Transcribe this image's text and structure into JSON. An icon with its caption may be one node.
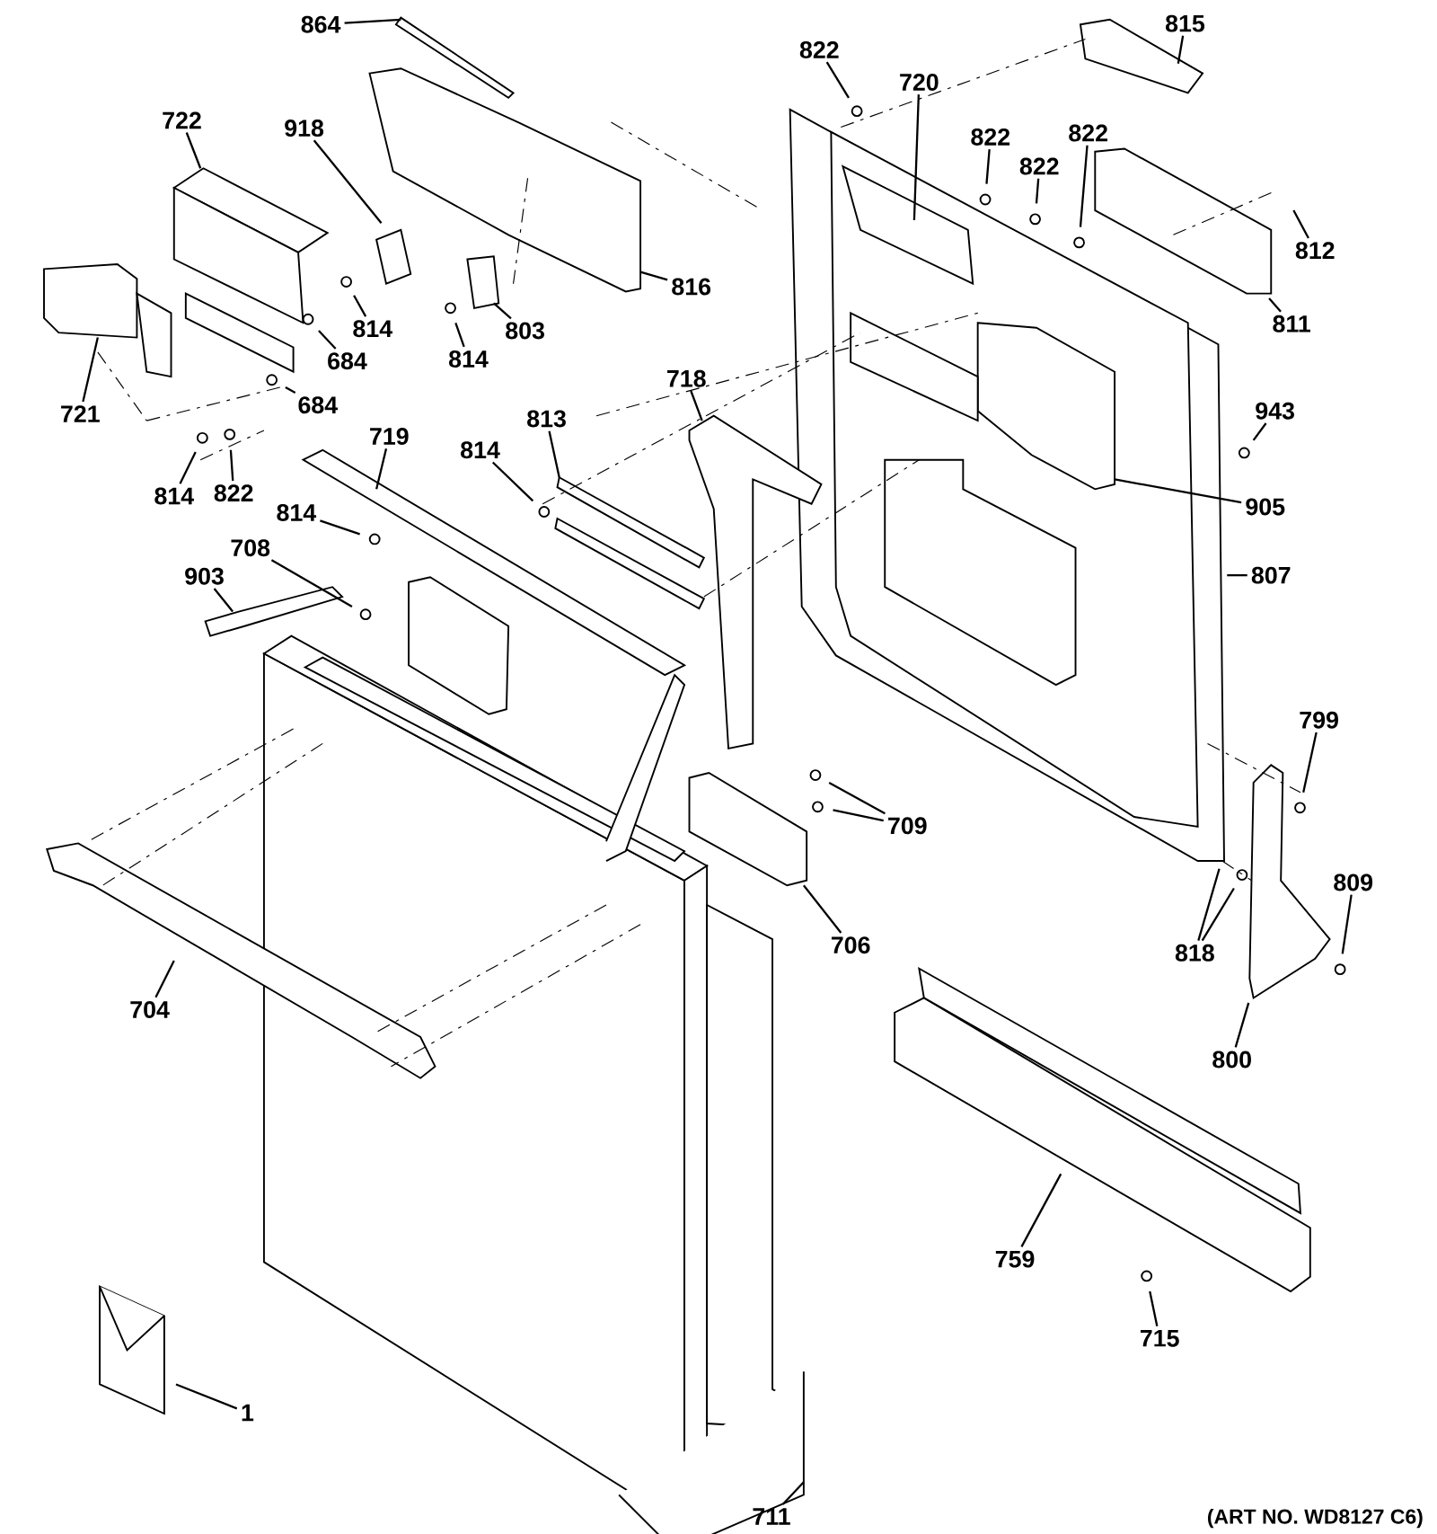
{
  "diagram": {
    "nodes": [
      {
        "text": [
          "864"
        ]
      },
      {
        "text": [
          "815"
        ]
      },
      {
        "text": [
          "822"
        ]
      },
      {
        "text": [
          "720"
        ]
      },
      {
        "text": [
          "722"
        ]
      },
      {
        "text": [
          "918"
        ]
      },
      {
        "text": [
          "822"
        ]
      },
      {
        "text": [
          "822"
        ]
      },
      {
        "text": [
          "822"
        ]
      },
      {
        "text": [
          "812"
        ]
      },
      {
        "text": [
          "816"
        ]
      },
      {
        "text": [
          "811"
        ]
      },
      {
        "text": [
          "814"
        ]
      },
      {
        "text": [
          "803"
        ]
      },
      {
        "text": [
          "684"
        ]
      },
      {
        "text": [
          "814"
        ]
      },
      {
        "text": [
          "718"
        ]
      },
      {
        "text": [
          "684"
        ]
      },
      {
        "text": [
          "943"
        ]
      },
      {
        "text": [
          "721"
        ]
      },
      {
        "text": [
          "813"
        ]
      },
      {
        "text": [
          "719"
        ]
      },
      {
        "text": [
          "814"
        ]
      },
      {
        "text": [
          "814"
        ]
      },
      {
        "text": [
          "822"
        ]
      },
      {
        "text": [
          "905"
        ]
      },
      {
        "text": [
          "814"
        ]
      },
      {
        "text": [
          "708"
        ]
      },
      {
        "text": [
          "903"
        ]
      },
      {
        "text": [
          "807"
        ]
      },
      {
        "text": [
          "799"
        ]
      },
      {
        "text": [
          "709"
        ]
      },
      {
        "text": [
          "809"
        ]
      },
      {
        "text": [
          "706"
        ]
      },
      {
        "text": [
          "818"
        ]
      },
      {
        "text": [
          "704"
        ]
      },
      {
        "text": [
          "800"
        ]
      },
      {
        "text": [
          "759"
        ]
      },
      {
        "text": [
          "715"
        ]
      },
      {
        "text": [
          "1"
        ]
      },
      {
        "text": [
          "711"
        ]
      }
    ],
    "edges": [
      {
        "from": 0,
        "to": null,
        "arrow": "none"
      },
      {
        "from": 1,
        "to": null,
        "arrow": "none"
      },
      {
        "from": 2,
        "to": null,
        "arrow": "none"
      },
      {
        "from": 3,
        "to": null,
        "arrow": "none"
      },
      {
        "from": 4,
        "to": null,
        "arrow": "none"
      },
      {
        "from": 5,
        "to": null,
        "arrow": "none"
      },
      {
        "from": 6,
        "to": null,
        "arrow": "none"
      },
      {
        "from": 7,
        "to": null,
        "arrow": "none"
      },
      {
        "from": 8,
        "to": null,
        "arrow": "none"
      },
      {
        "from": 9,
        "to": null,
        "arrow": "none"
      },
      {
        "from": 10,
        "to": null,
        "arrow": "none"
      },
      {
        "from": 11,
        "to": null,
        "arrow": "none"
      },
      {
        "from": 12,
        "to": null,
        "arrow": "none"
      },
      {
        "from": 13,
        "to": null,
        "arrow": "none"
      },
      {
        "from": 14,
        "to": null,
        "arrow": "none"
      },
      {
        "from": 15,
        "to": null,
        "arrow": "none"
      },
      {
        "from": 16,
        "to": null,
        "arrow": "none"
      },
      {
        "from": 17,
        "to": null,
        "arrow": "none"
      },
      {
        "from": 18,
        "to": null,
        "arrow": "none"
      },
      {
        "from": 19,
        "to": null,
        "arrow": "none"
      },
      {
        "from": 20,
        "to": null,
        "arrow": "none"
      },
      {
        "from": 21,
        "to": null,
        "arrow": "none"
      },
      {
        "from": 22,
        "to": null,
        "arrow": "none"
      },
      {
        "from": 23,
        "to": null,
        "arrow": "none"
      },
      {
        "from": 24,
        "to": null,
        "arrow": "none"
      },
      {
        "from": 25,
        "to": null,
        "arrow": "none"
      },
      {
        "from": 26,
        "to": null,
        "arrow": "none"
      },
      {
        "from": 27,
        "to": null,
        "arrow": "none"
      },
      {
        "from": 28,
        "to": null,
        "arrow": "none"
      },
      {
        "from": 29,
        "to": null,
        "arrow": "none"
      },
      {
        "from": 30,
        "to": null,
        "arrow": "none"
      },
      {
        "from": 31,
        "to": null,
        "arrow": "none"
      },
      {
        "from": 31,
        "to": null,
        "arrow": "none"
      },
      {
        "from": 32,
        "to": null,
        "arrow": "none"
      },
      {
        "from": 33,
        "to": null,
        "arrow": "none"
      },
      {
        "from": 34,
        "to": null,
        "arrow": "none"
      },
      {
        "from": 34,
        "to": null,
        "arrow": "none"
      },
      {
        "from": 35,
        "to": null,
        "arrow": "none"
      },
      {
        "from": 36,
        "to": null,
        "arrow": "none"
      },
      {
        "from": 37,
        "to": null,
        "arrow": "none"
      },
      {
        "from": 38,
        "to": null,
        "arrow": "none"
      },
      {
        "from": 39,
        "to": null,
        "arrow": "none"
      },
      {
        "from": 40,
        "to": null,
        "arrow": "none"
      }
    ],
    "labels": [
      "(ART NO. WD8127 C6)"
    ]
  }
}
